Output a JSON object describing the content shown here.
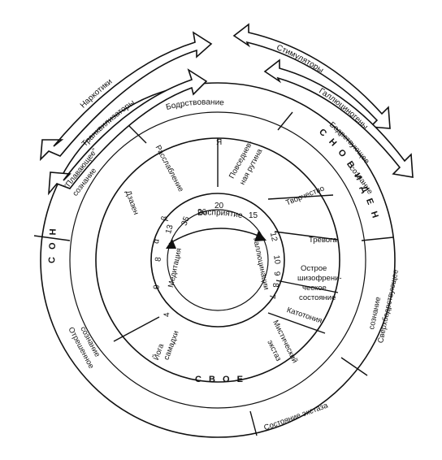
{
  "arrows": {
    "narcotics": "Наркотики",
    "tranquilizers": "Транквилизаторы",
    "stimulants": "Стимуляторы",
    "hallucinogens": "Галлюциногены"
  },
  "outer_ring": {
    "wakefulness": "Бодрствование",
    "floating_consciousness_1": "\"Плавающее\"",
    "floating_consciousness_2": "сознание",
    "sleep": "С О Н",
    "dreaming": "С Н О В И Д Е Н И Я",
    "waking_consciousness_1": "Бодрствующее",
    "waking_consciousness_2": "сознание",
    "super_waking_1": "Сверхбодрствующее",
    "super_waking_2": "сознание",
    "ecstasy_state": "Состояние экстаза",
    "detached_1": "Отрешенное",
    "detached_2": "сознание"
  },
  "middle_ring": {
    "ego": "Я",
    "self": "С В О Е",
    "relaxation": "Расслабление",
    "routine_1": "Повседнев-",
    "routine_2": "ная рутина",
    "zazen": "Дзазен",
    "creativity": "Творчество",
    "anxiety": "Тревога",
    "schizo_1": "Острое",
    "schizo_2": "шизофрени-",
    "schizo_3": "ческое",
    "schizo_4": "состояние",
    "catatonia": "Катотония",
    "mystic_1": "Мистический",
    "mystic_2": "экстаз",
    "yoga_1": "Йога",
    "yoga_2": "самадхи"
  },
  "inner_ring": {
    "perception": "Восприятие",
    "meditation": "Медитация",
    "hallucinations": "Галлюцинации",
    "scale": [
      "26",
      "20",
      "15",
      "12",
      "10",
      "9",
      "8",
      "7",
      "35",
      "13",
      "β",
      "α",
      "8",
      "θ",
      "4"
    ]
  }
}
